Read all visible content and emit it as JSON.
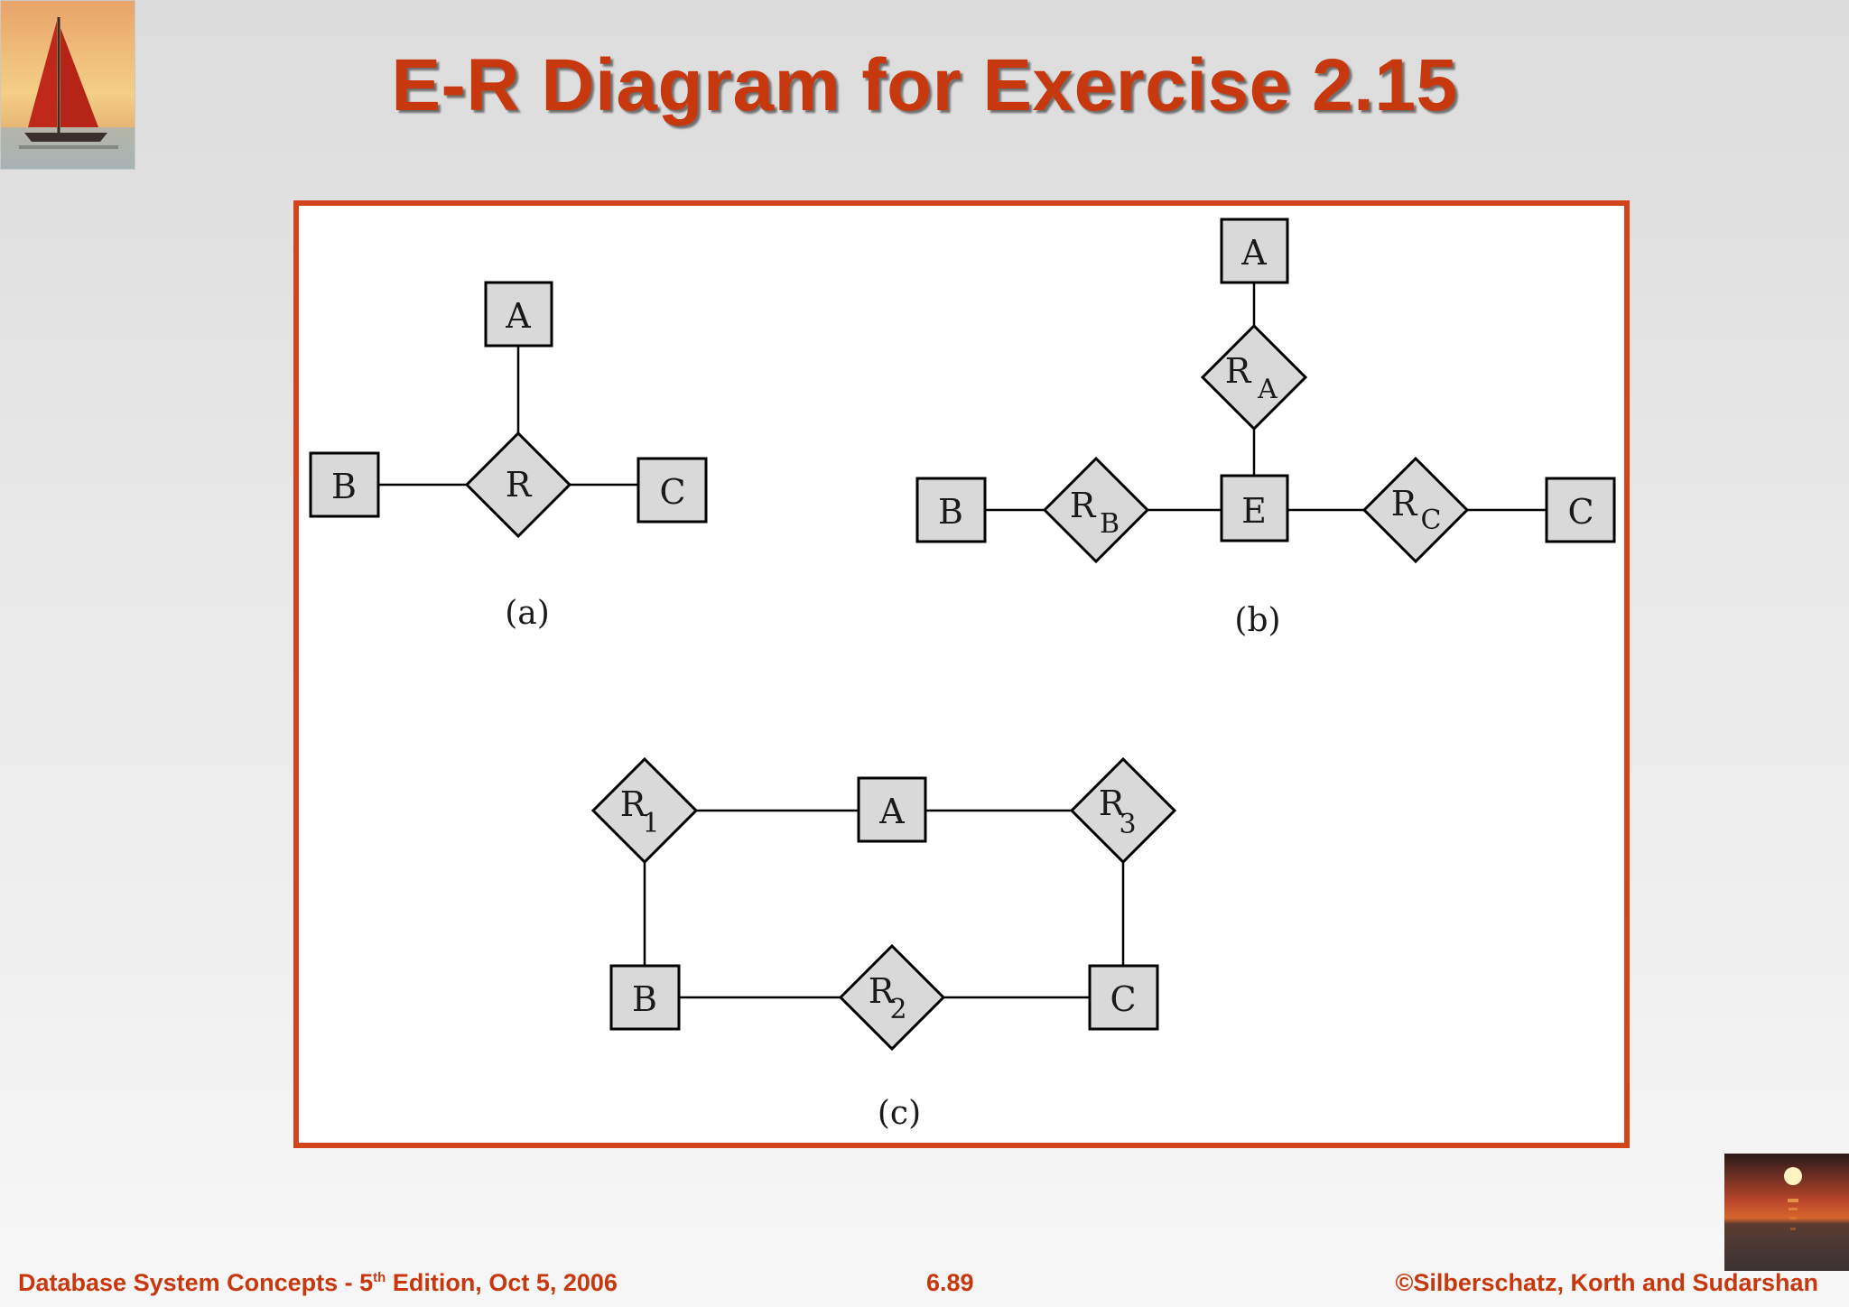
{
  "slide": {
    "title": "E-R Diagram for Exercise 2.15",
    "accent_color": "#c8380e",
    "frame_color": "#d4441c",
    "shape_fill": "#d9d9d9",
    "logo_top_left": "sailboat-sunset-photo",
    "logo_bottom_right": "ocean-sunset-photo"
  },
  "diagram": {
    "part_a": {
      "caption": "(a)",
      "entities": {
        "a": "A",
        "b": "B",
        "c": "C"
      },
      "relationship": {
        "r": "R"
      }
    },
    "part_b": {
      "caption": "(b)",
      "entities": {
        "a": "A",
        "b": "B",
        "e": "E",
        "c": "C"
      },
      "relationships": {
        "ra": {
          "base": "R",
          "sub": "A"
        },
        "rb": {
          "base": "R",
          "sub": "B"
        },
        "rc": {
          "base": "R",
          "sub": "C"
        }
      }
    },
    "part_c": {
      "caption": "(c)",
      "entities": {
        "a": "A",
        "b": "B",
        "c": "C"
      },
      "relationships": {
        "r1": {
          "base": "R",
          "sub": "1"
        },
        "r2": {
          "base": "R",
          "sub": "2"
        },
        "r3": {
          "base": "R",
          "sub": "3"
        }
      }
    }
  },
  "footer": {
    "left_prefix": "Database System Concepts - 5",
    "left_sup": "th",
    "left_suffix": " Edition, Oct 5, 2006",
    "center": "6.89",
    "right": "©Silberschatz, Korth and Sudarshan"
  }
}
